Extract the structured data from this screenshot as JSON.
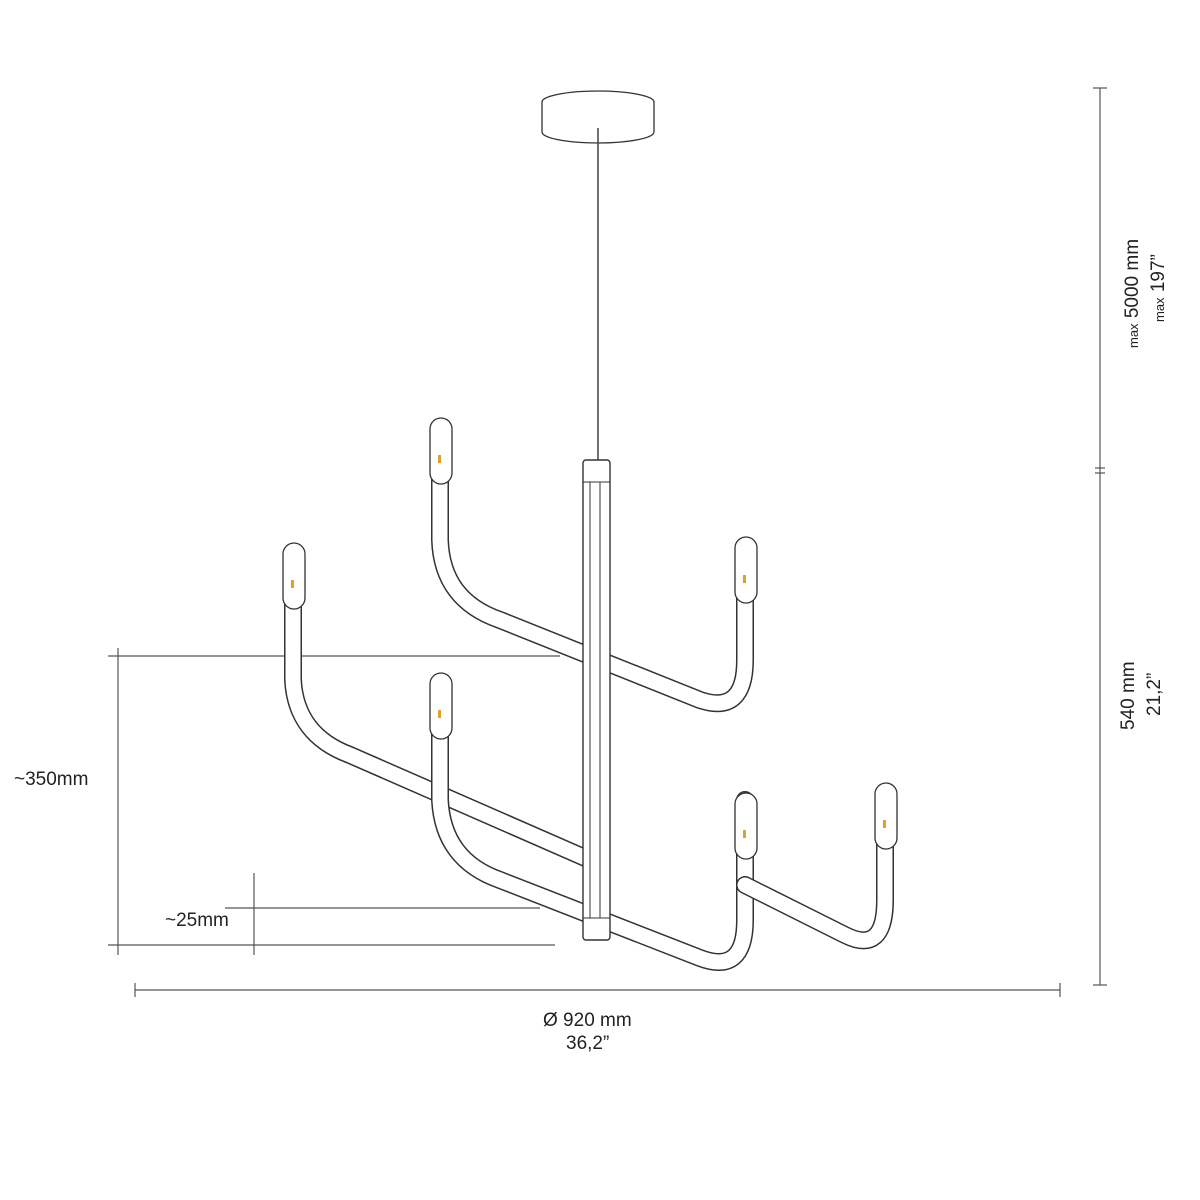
{
  "dimensions": {
    "height_max_mm": "5000 mm",
    "height_max_in": "197”",
    "max_prefix": "max",
    "body_height_mm": "540 mm",
    "body_height_in": "21,2”",
    "tier_spacing": "~350mm",
    "arm_thickness": "~25mm",
    "diameter_mm": "Ø 920 mm",
    "diameter_in": "36,2”"
  }
}
